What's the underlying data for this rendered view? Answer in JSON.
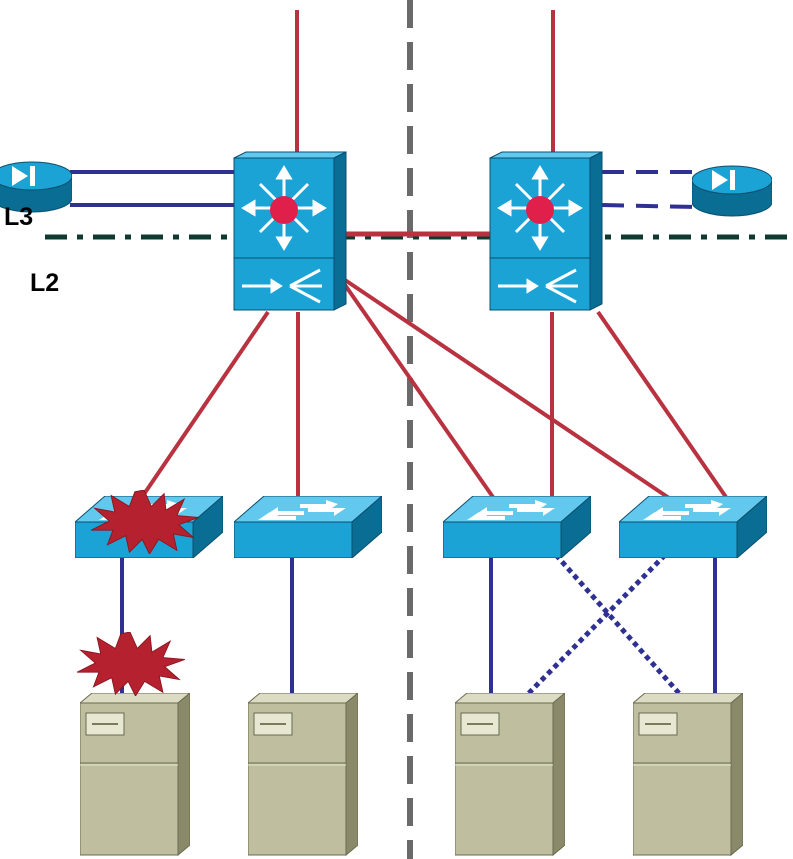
{
  "labels": {
    "l3": "L3",
    "l2": "L2"
  },
  "colors": {
    "red_link": "#b83240",
    "blue_link": "#2e3192",
    "dashed_divider": "#6a6a6a",
    "boundary_line": "#0f3a30",
    "device_blue": "#1aa3d4",
    "device_dark": "#0a6d94",
    "server_face": "#bfbf9f",
    "failure_burst": "#b5212e",
    "router_dot": "#e0204a"
  },
  "devices": {
    "routers": [
      "router-left",
      "router-right"
    ],
    "distribution_switches": [
      "multilayer-switch-left",
      "multilayer-switch-right"
    ],
    "access_switches": [
      "access-switch-1",
      "access-switch-2",
      "access-switch-3",
      "access-switch-4"
    ],
    "servers": [
      "server-1",
      "server-2",
      "server-3",
      "server-4"
    ],
    "failures": [
      "failure-access-switch-1",
      "failure-server-1-link"
    ]
  }
}
